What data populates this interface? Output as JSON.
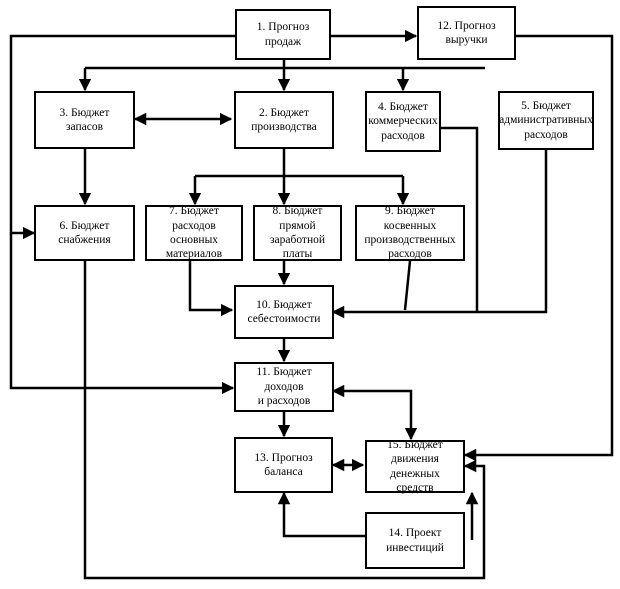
{
  "nodes": [
    {
      "id": "n1",
      "label": "1. Прогноз продаж"
    },
    {
      "id": "n12",
      "label": "12. Прогноз\nвыручки"
    },
    {
      "id": "n3",
      "label": "3. Бюджет запасов"
    },
    {
      "id": "n2",
      "label": "2. Бюджет\nпроизводства"
    },
    {
      "id": "n4",
      "label": "4. Бюджет\nкоммерческих\nрасходов"
    },
    {
      "id": "n5",
      "label": "5. Бюджет\nадминистративных\nрасходов"
    },
    {
      "id": "n6",
      "label": "6. Бюджет\nснабжения"
    },
    {
      "id": "n7",
      "label": "7. Бюджет расходов\nосновных\nматериалов"
    },
    {
      "id": "n8",
      "label": "8. Бюджет прямой\nзаработной платы"
    },
    {
      "id": "n9",
      "label": "9. Бюджет косвенных\nпроизводственных\nрасходов"
    },
    {
      "id": "n10",
      "label": "10. Бюджет\nсебестоимости"
    },
    {
      "id": "n11",
      "label": "11. Бюджет доходов\nи расходов"
    },
    {
      "id": "n13",
      "label": "13. Прогноз\nбаланса"
    },
    {
      "id": "n15",
      "label": "15. Бюджет\nдвижения\nденежных средств"
    },
    {
      "id": "n14",
      "label": "14. Проект\nинвестиций"
    }
  ],
  "colors": {
    "stroke": "#000000",
    "background": "#ffffff"
  }
}
